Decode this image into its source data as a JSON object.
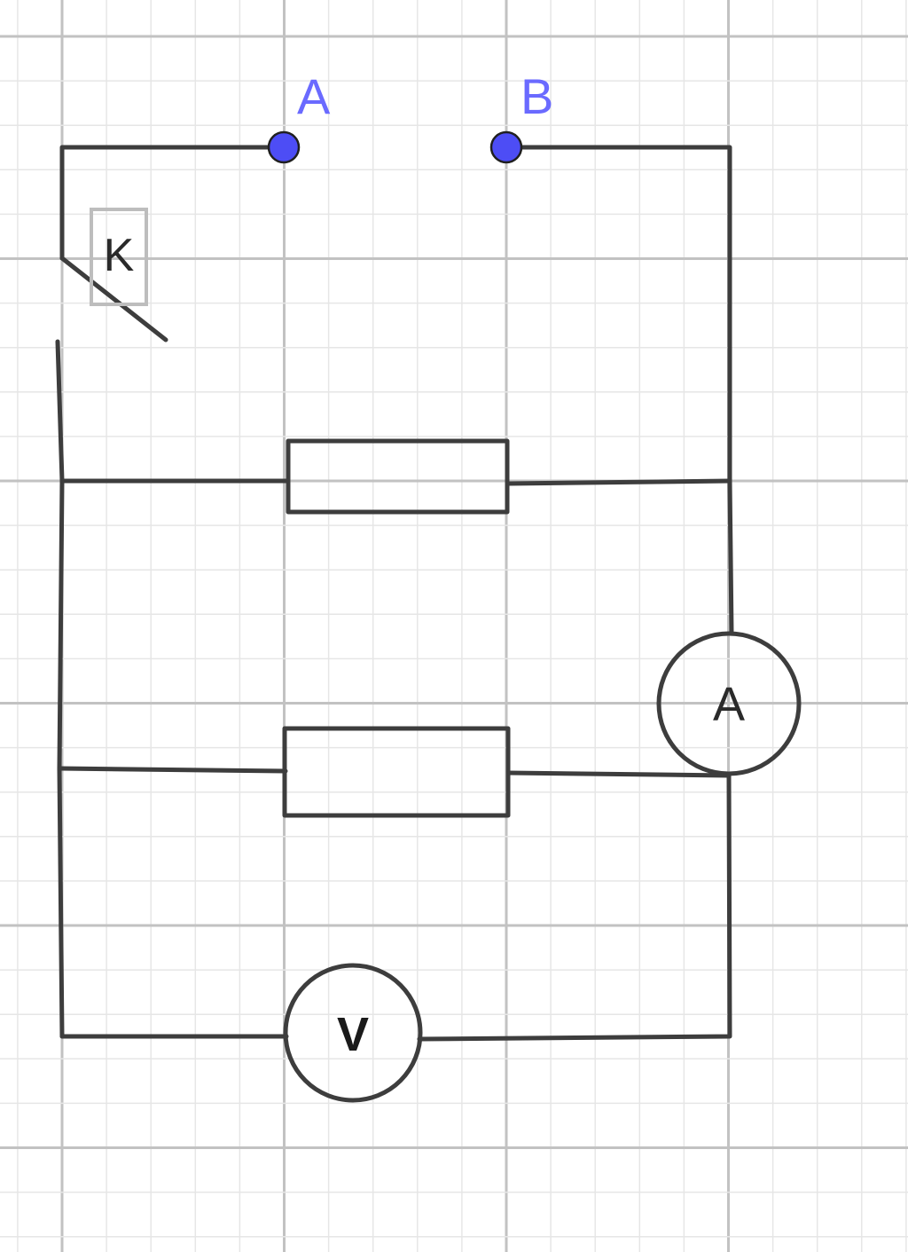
{
  "terminals": [
    {
      "id": "A",
      "label": "A",
      "color": "#4d4df5"
    },
    {
      "id": "B",
      "label": "B",
      "color": "#4d4df5"
    }
  ],
  "switch": {
    "label": "K"
  },
  "ammeter": {
    "label": "A"
  },
  "voltmeter": {
    "label": "V"
  },
  "colors": {
    "wire": "#3d3d3d",
    "terminal": "#4d4df5",
    "terminal_label": "#6a6aff",
    "grid_major": "#c2c2c2",
    "grid_minor": "#e6e6e6"
  }
}
